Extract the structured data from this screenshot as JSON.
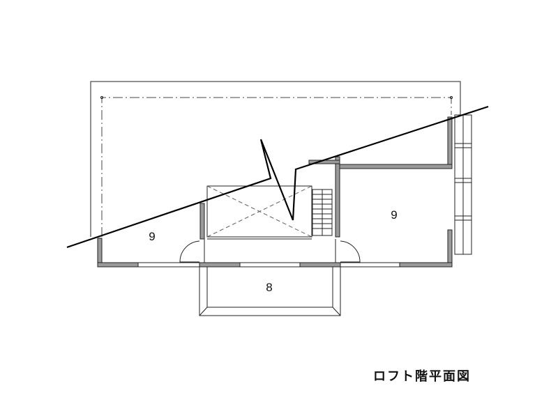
{
  "drawing": {
    "title": "ロフト階平面図",
    "rooms": [
      {
        "id": "room-left",
        "label": "9"
      },
      {
        "id": "room-right",
        "label": "9"
      },
      {
        "id": "room-bottom",
        "label": "8"
      }
    ]
  }
}
